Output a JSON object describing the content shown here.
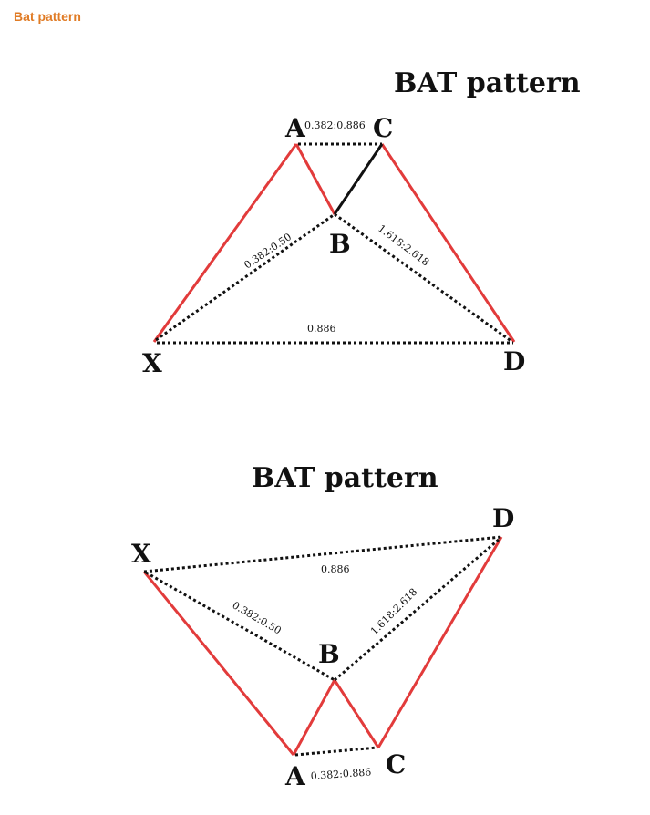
{
  "heading": {
    "text": "Bat pattern"
  },
  "colors": {
    "heading": "#e07b25",
    "leg": "#e23b3b",
    "ink": "#111111"
  },
  "diagrams": [
    {
      "title": "BAT pattern",
      "points": {
        "A": "A",
        "B": "B",
        "C": "C",
        "X": "X",
        "D": "D"
      },
      "ratios": {
        "ac": "0.382:0.886",
        "xb": "0.382:0.50",
        "bd": "1.618:2.618",
        "xd": "0.886"
      }
    },
    {
      "title": "BAT pattern",
      "points": {
        "A": "A",
        "B": "B",
        "C": "C",
        "X": "X",
        "D": "D"
      },
      "ratios": {
        "ac": "0.382:0.886",
        "xb": "0.382:0.50",
        "bd": "1.618:2.618",
        "xd": "0.886"
      }
    }
  ]
}
